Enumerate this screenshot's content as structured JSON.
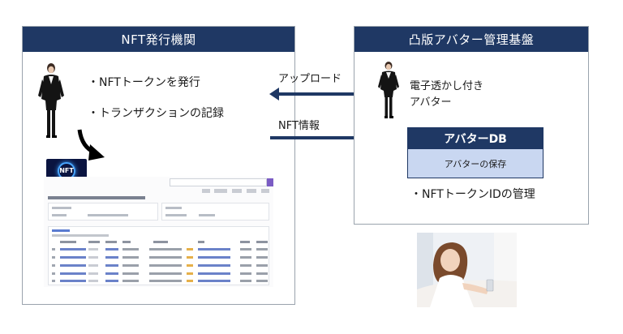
{
  "left_panel": {
    "title": "NFT発行機関",
    "bullets": [
      "・NFTトークンを発行",
      "・トランザクションの記録"
    ]
  },
  "right_panel": {
    "title": "凸版アバター管理基盤",
    "avatar_text_line1": "電子透かし付き",
    "avatar_text_line2": "アバター",
    "db": {
      "title": "アバターDB",
      "body": "アバターの保存"
    },
    "bullet": "・NFTトークンIDの管理"
  },
  "arrows": {
    "upload_label": "アップロード",
    "nft_info_label": "NFT情報"
  },
  "nft_logo_text": "NFT",
  "colors": {
    "navy": "#1f3864",
    "db_body": "#c9d7f1",
    "border": "#9aa3ad"
  },
  "icons": [
    "businesswoman-figure",
    "curved-arrow-down-right",
    "nft-logo",
    "blockchain-explorer-screenshot",
    "woman-with-phone-photo"
  ]
}
